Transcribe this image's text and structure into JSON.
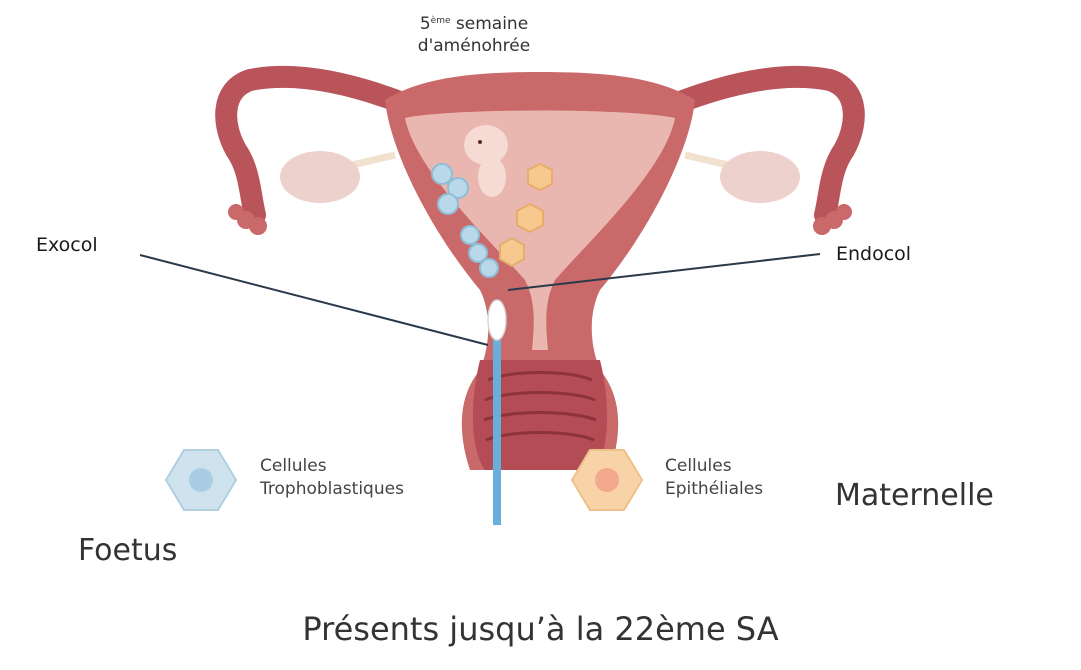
{
  "diagram": {
    "title_lines": {
      "number": "5",
      "superscript": "ème",
      "line1_rest": " semaine",
      "line2": "d'aménohrée"
    },
    "callouts": {
      "left": "Exocol",
      "right": "Endocol"
    },
    "legend": [
      {
        "line1": "Cellules",
        "line2": "Trophoblastiques",
        "color": "#cfe3ee",
        "icon": "trophoblast-cell-icon"
      },
      {
        "line1": "Cellules",
        "line2": "Epithéliales",
        "color": "#f9d3a8",
        "icon": "epithelial-cell-icon"
      }
    ],
    "labels": {
      "maternal": "Maternelle",
      "fetal": "Foetus"
    },
    "footer": "Présents jusqu’à la 22ème SA"
  },
  "colors": {
    "uterus_outer": "#c9696a",
    "uterus_dark": "#9c3f44",
    "uterus_inner": "#eab7b0",
    "ovary": "#ecd1cc",
    "trophoblast": "#b9d9ea",
    "epithelial": "#f7c98f",
    "swab": "#6aaedb"
  }
}
